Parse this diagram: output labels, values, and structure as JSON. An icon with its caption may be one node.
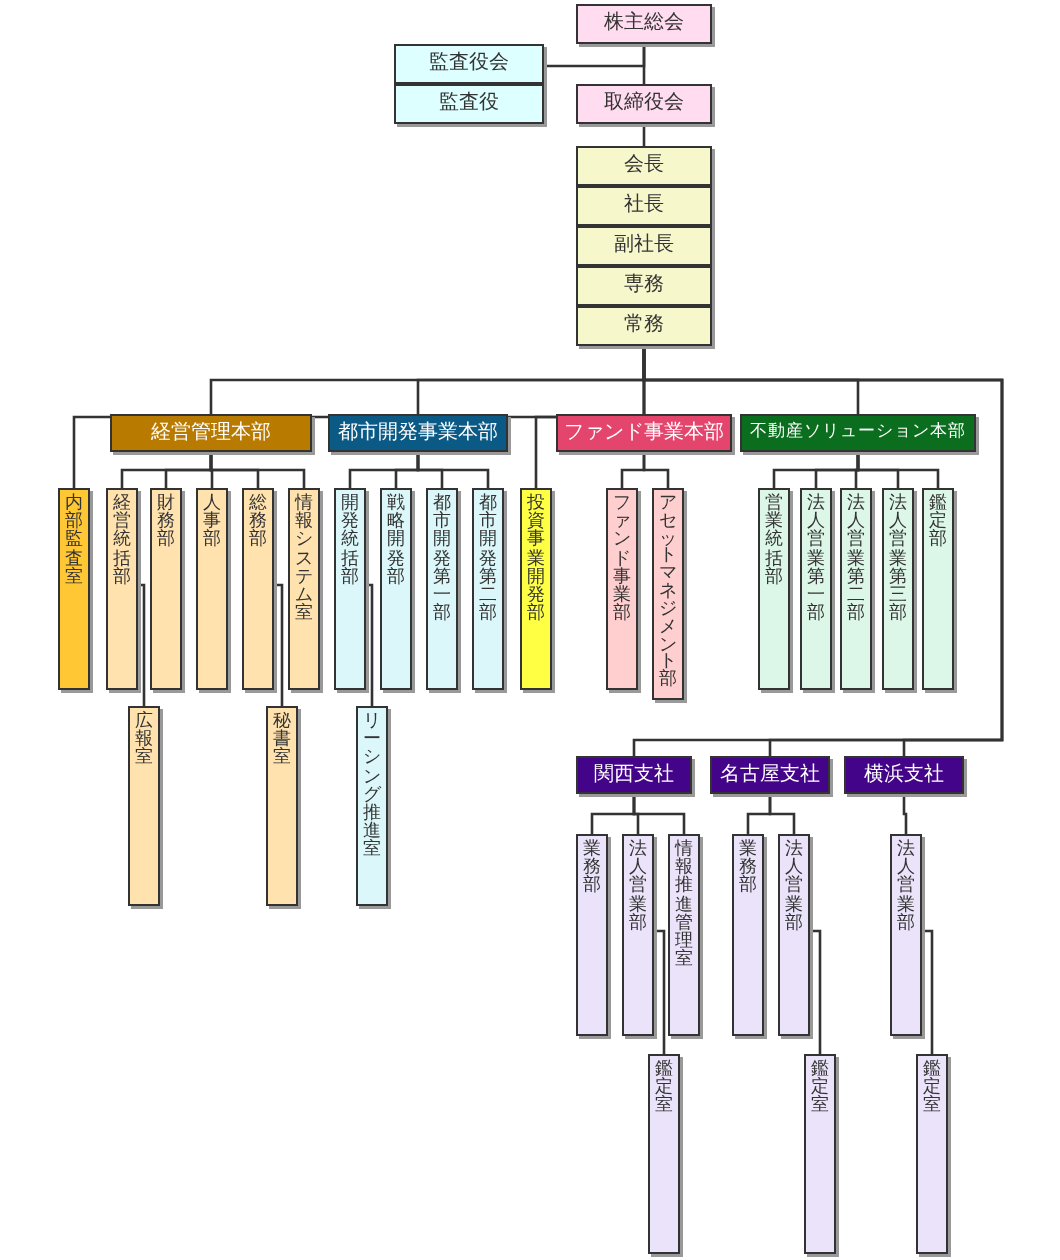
{
  "diagram": {
    "nodes": [
      {
        "text": [
          "株主総会"
        ]
      },
      {
        "text": [
          "監査役会"
        ]
      },
      {
        "text": [
          "監査役"
        ]
      },
      {
        "text": [
          "取締役会"
        ]
      },
      {
        "text": [
          "会長"
        ]
      },
      {
        "text": [
          "社長"
        ]
      },
      {
        "text": [
          "副社長"
        ]
      },
      {
        "text": [
          "専務"
        ]
      },
      {
        "text": [
          "常務"
        ]
      },
      {
        "text": [
          "経営管理本部"
        ]
      },
      {
        "text": [
          "都市開発事業本部"
        ]
      },
      {
        "text": [
          "ファンド事業本部"
        ]
      },
      {
        "text": [
          "不動産ソリューション本部"
        ]
      },
      {
        "text": [
          "内部監査室"
        ]
      },
      {
        "text": [
          "経営統括部"
        ]
      },
      {
        "text": [
          "財務部"
        ]
      },
      {
        "text": [
          "人事部"
        ]
      },
      {
        "text": [
          "総務部"
        ]
      },
      {
        "text": [
          "情報システム室"
        ]
      },
      {
        "text": [
          "開発統括部"
        ]
      },
      {
        "text": [
          "戦略開発部"
        ]
      },
      {
        "text": [
          "都市開発第一部"
        ]
      },
      {
        "text": [
          "都市開発第二部"
        ]
      },
      {
        "text": [
          "投資事業開発部"
        ]
      },
      {
        "text": [
          "ファンド事業部"
        ]
      },
      {
        "text": [
          "アセットマネジメント部"
        ]
      },
      {
        "text": [
          "営業統括部"
        ]
      },
      {
        "text": [
          "法人営業第一部"
        ]
      },
      {
        "text": [
          "法人営業第二部"
        ]
      },
      {
        "text": [
          "法人営業第三部"
        ]
      },
      {
        "text": [
          "鑑定部"
        ]
      },
      {
        "text": [
          "広報室"
        ]
      },
      {
        "text": [
          "秘書室"
        ]
      },
      {
        "text": [
          "リーシング推進室"
        ]
      },
      {
        "text": [
          "関西支社"
        ]
      },
      {
        "text": [
          "名古屋支社"
        ]
      },
      {
        "text": [
          "横浜支社"
        ]
      },
      {
        "text": [
          "業務部"
        ]
      },
      {
        "text": [
          "法人営業部"
        ]
      },
      {
        "text": [
          "情報推進管理室"
        ]
      },
      {
        "text": [
          "業務部"
        ]
      },
      {
        "text": [
          "法人営業部"
        ]
      },
      {
        "text": [
          "法人営業部"
        ]
      },
      {
        "text": [
          "鑑定室"
        ]
      },
      {
        "text": [
          "鑑定室"
        ]
      },
      {
        "text": [
          "鑑定室"
        ]
      }
    ],
    "edges": [
      {
        "from": 0,
        "to": 3,
        "arrow": "none"
      },
      {
        "from": 0,
        "to": 1,
        "arrow": "none"
      },
      {
        "from": 3,
        "to": 4,
        "arrow": "none"
      },
      {
        "from": 8,
        "to": 13,
        "arrow": "none"
      },
      {
        "from": 8,
        "to": 9,
        "arrow": "none"
      },
      {
        "from": 8,
        "to": 10,
        "arrow": "none"
      },
      {
        "from": 8,
        "to": 23,
        "arrow": "none"
      },
      {
        "from": 8,
        "to": 11,
        "arrow": "none"
      },
      {
        "from": 8,
        "to": 12,
        "arrow": "none"
      },
      {
        "from": 8,
        "to": 34,
        "arrow": "none"
      },
      {
        "from": 8,
        "to": 35,
        "arrow": "none"
      },
      {
        "from": 8,
        "to": 36,
        "arrow": "none"
      },
      {
        "from": 9,
        "to": 14,
        "arrow": "none"
      },
      {
        "from": 9,
        "to": 15,
        "arrow": "none"
      },
      {
        "from": 9,
        "to": 16,
        "arrow": "none"
      },
      {
        "from": 9,
        "to": 17,
        "arrow": "none"
      },
      {
        "from": 9,
        "to": 18,
        "arrow": "none"
      },
      {
        "from": 10,
        "to": 19,
        "arrow": "none"
      },
      {
        "from": 10,
        "to": 20,
        "arrow": "none"
      },
      {
        "from": 10,
        "to": 21,
        "arrow": "none"
      },
      {
        "from": 10,
        "to": 22,
        "arrow": "none"
      },
      {
        "from": 11,
        "to": 24,
        "arrow": "none"
      },
      {
        "from": 11,
        "to": 25,
        "arrow": "none"
      },
      {
        "from": 12,
        "to": 26,
        "arrow": "none"
      },
      {
        "from": 12,
        "to": 27,
        "arrow": "none"
      },
      {
        "from": 12,
        "to": 28,
        "arrow": "none"
      },
      {
        "from": 12,
        "to": 29,
        "arrow": "none"
      },
      {
        "from": 12,
        "to": 30,
        "arrow": "none"
      },
      {
        "from": 14,
        "to": 31,
        "arrow": "none"
      },
      {
        "from": 17,
        "to": 32,
        "arrow": "none"
      },
      {
        "from": 19,
        "to": 33,
        "arrow": "none"
      },
      {
        "from": 34,
        "to": 37,
        "arrow": "none"
      },
      {
        "from": 34,
        "to": 38,
        "arrow": "none"
      },
      {
        "from": 34,
        "to": 39,
        "arrow": "none"
      },
      {
        "from": 35,
        "to": 40,
        "arrow": "none"
      },
      {
        "from": 35,
        "to": 41,
        "arrow": "none"
      },
      {
        "from": 36,
        "to": 42,
        "arrow": "none"
      },
      {
        "from": 38,
        "to": 43,
        "arrow": "none"
      },
      {
        "from": 41,
        "to": 44,
        "arrow": "none"
      },
      {
        "from": 42,
        "to": 45,
        "arrow": "none"
      }
    ]
  }
}
